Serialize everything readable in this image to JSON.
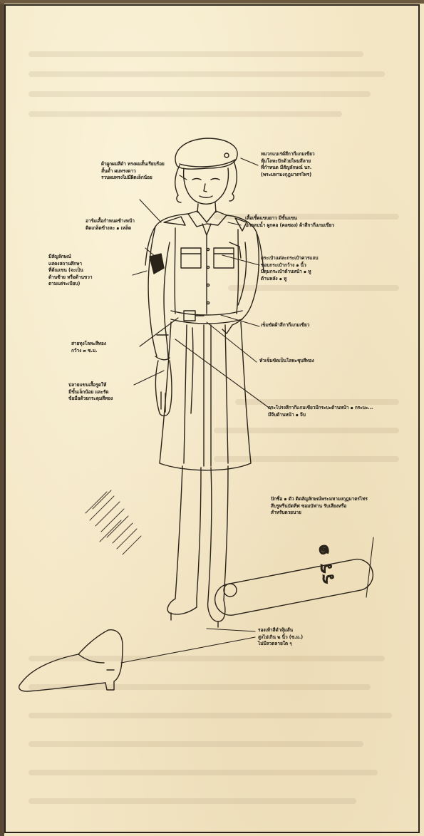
{
  "annotations": {
    "cap_badge": "หมวกแบเร่ต์สีกากีแกมเขียว\nหุ้มโลหะปักด้วยไหมสีลาย\nที่กำหนด มีสัญลักษณ์ นร.\n(พระมหามงกุฎมาตรไทร)",
    "hair": "ผ้าผูกผมสีดำ ทรงผมสั้นเรียบร้อย\nสั้นด้ำ ผมทรงดาว\nรวบผมทรงไม่มีผิดเล็กน้อย",
    "blouse": "เสื้อเชิ้ตแขนยาว มีขั้นแขน\nปกตลบน้ำ ผูกคอ (คอซอง) ผ้าสีกากีแกมเขียว",
    "epaulette_badge": "อาร์มเสื้อกำหนดข้างหน้า\nติดเกล็ดข้างละ ๑ เหล็ด",
    "pocket_symbol": "มีสัญลักษณ์\nแสดงสถานศึกษา\nที่ต้นแขน (จะเป็น\nด้านซ้าย หรือด้านขวา\nตามแต่ระเบียบ)",
    "pocket": "กระเป๋าแต่ละกระเป๋าควรแถบ\nขอบกระเป๋ากว้าง ๑ นิ้ว\nมีดุมกระเป๋าด้านหน้า ๑ หู\nด้านหลัง ๑ หู",
    "belt": "เข็มขัดผ้าสีกากีแกมเขียว",
    "belt_width": "สายทุงโลหะสีทอง\nกว้าง ๓ ซ.ม.",
    "buckle": "หัวเข็มขัดเป็นโลหะชุบสีทอง",
    "cuff": "ปลายแขนเสื้อรูดให้\nมีขั้นเล็กน้อย และรัด\nข้อมือด้วยกระดุมสีทอง",
    "skirt": "กระโปรงสีกากีแกมเขียวมีกระบะด้านหน้า ๑ กระบะ...\nมีจีบด้านหน้า ๑ จีบ",
    "shoulder_strap": "ปักชื่อ ๑ ตัว ติดสัญลักษณ์พระมหามงกุฎมาตรไทร\nสีบรูทรีนบัตทีฟ ซอมบัฟาน รับเสียงหรือ\nสำหรับดวยนาย",
    "shoes": "รองเท้าสีดำหุ้มส้น\nสูงไม่เกิน ๒ นิ้ว (ซ.ม.)\nไม่มีลวดลายใด ๆ"
  },
  "strap_mark": "รร ๑",
  "colors": {
    "paper": "#f3e6c4",
    "ink": "#1e1a14"
  }
}
